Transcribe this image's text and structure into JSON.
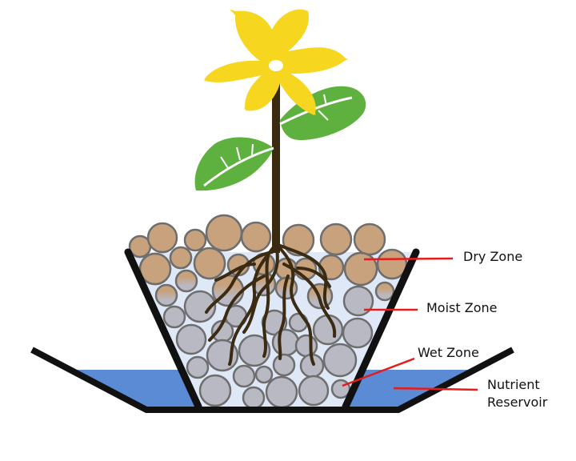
{
  "labels": {
    "dry_zone": "Dry Zone",
    "moist_zone": "Moist Zone",
    "wet_zone": "Wet Zone",
    "nutrient_reservoir": [
      "Nutrient",
      "Reservoir"
    ]
  },
  "colors": {
    "petal": "#f7d61f",
    "leaf": "#5fb13f",
    "stem": "#3a2a10",
    "root": "#3b2b12",
    "pebble_dry": "#c8a27c",
    "pebble_wet": "#b9b9c4",
    "pebble_stroke": "#6e6e6e",
    "water": "#5c8bd6",
    "pot_outline": "#111111",
    "pointer_line": "#e81a1a"
  }
}
